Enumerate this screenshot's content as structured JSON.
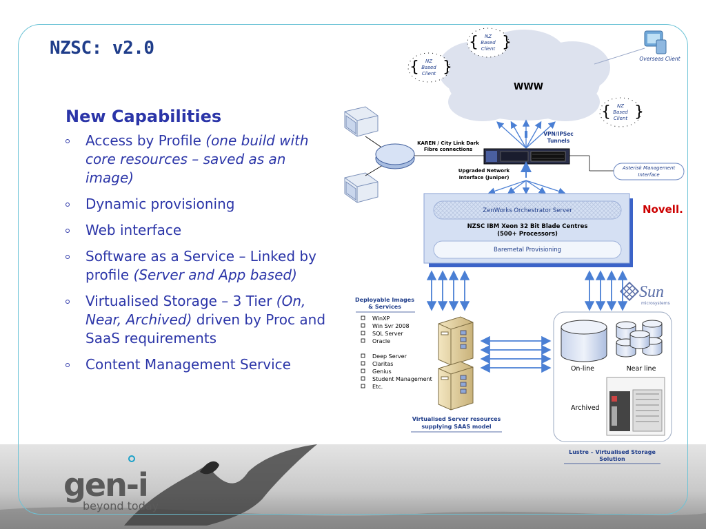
{
  "slide": {
    "title": "NZSC: v2.0"
  },
  "capabilities": {
    "heading": "New Capabilities",
    "items": [
      {
        "text": "Access by Profile ",
        "note": "(one build with core resources – saved as an image)",
        "tail": ""
      },
      {
        "text": "Dynamic provisioning",
        "note": "",
        "tail": ""
      },
      {
        "text": "Web interface",
        "note": "",
        "tail": ""
      },
      {
        "text": "Software as a Service – Linked by profile ",
        "note": "(Server and App based)",
        "tail": ""
      },
      {
        "text": "Virtualised Storage – 3 Tier ",
        "note": "(On, Near, Archived)",
        "tail": " driven by Proc and SaaS requirements"
      },
      {
        "text": "Content Management Service",
        "note": "",
        "tail": ""
      }
    ]
  },
  "diagram": {
    "cloud_label": "WWW",
    "nz_client_lines": [
      "NZ",
      "Based",
      "Client"
    ],
    "overseas_client": "Overseas Client",
    "karen_lines": [
      "KAREN / City Link Dark",
      "Fibre connections"
    ],
    "vpn_lines": [
      "VPN/IPSec",
      "Tunnels"
    ],
    "network_lines": [
      "Upgraded Network",
      "Interface (Juniper)"
    ],
    "asterisk_lines": [
      "Asterisk Management",
      "Interface"
    ],
    "zenworks": "ZenWorks Orchestrator Server",
    "blade_lines": [
      "NZSC IBM Xeon 32 Bit Blade Centres",
      "(500+ Processors)"
    ],
    "baremetal": "Baremetal Provisioning",
    "novell": "Novell.",
    "sun": "Sun",
    "sun_sub": "microsystems",
    "deployable_lines": [
      "Deployable Images",
      "& Services"
    ],
    "images_group1": [
      "WinXP",
      "Win Svr 2008",
      "SQL Server",
      "Oracle"
    ],
    "images_group2": [
      "Deep Server",
      "Claritas",
      "Genius",
      "Student Management",
      "Etc."
    ],
    "virtual_server_lines": [
      "Virtualised Server resources",
      "supplying SAAS model"
    ],
    "storage": {
      "online": "On-line",
      "nearline": "Near line",
      "archived": "Archived"
    },
    "lustre_lines": [
      "Lustre – Virtualised Storage",
      "Solution"
    ]
  },
  "brand": {
    "logo_main": "gen-i",
    "tagline": "beyond today"
  },
  "colors": {
    "title": "#1f3d8a",
    "text": "#2b35a8",
    "frame": "#6cc3d6",
    "arrow": "#4a7fd4",
    "cloud": "#dde2ee",
    "panel": "#c7d6f0",
    "novell": "#cc0000",
    "sun": "#5b6fa8",
    "logo": "#5a5a5a",
    "logo_accent": "#1aa0c8"
  }
}
